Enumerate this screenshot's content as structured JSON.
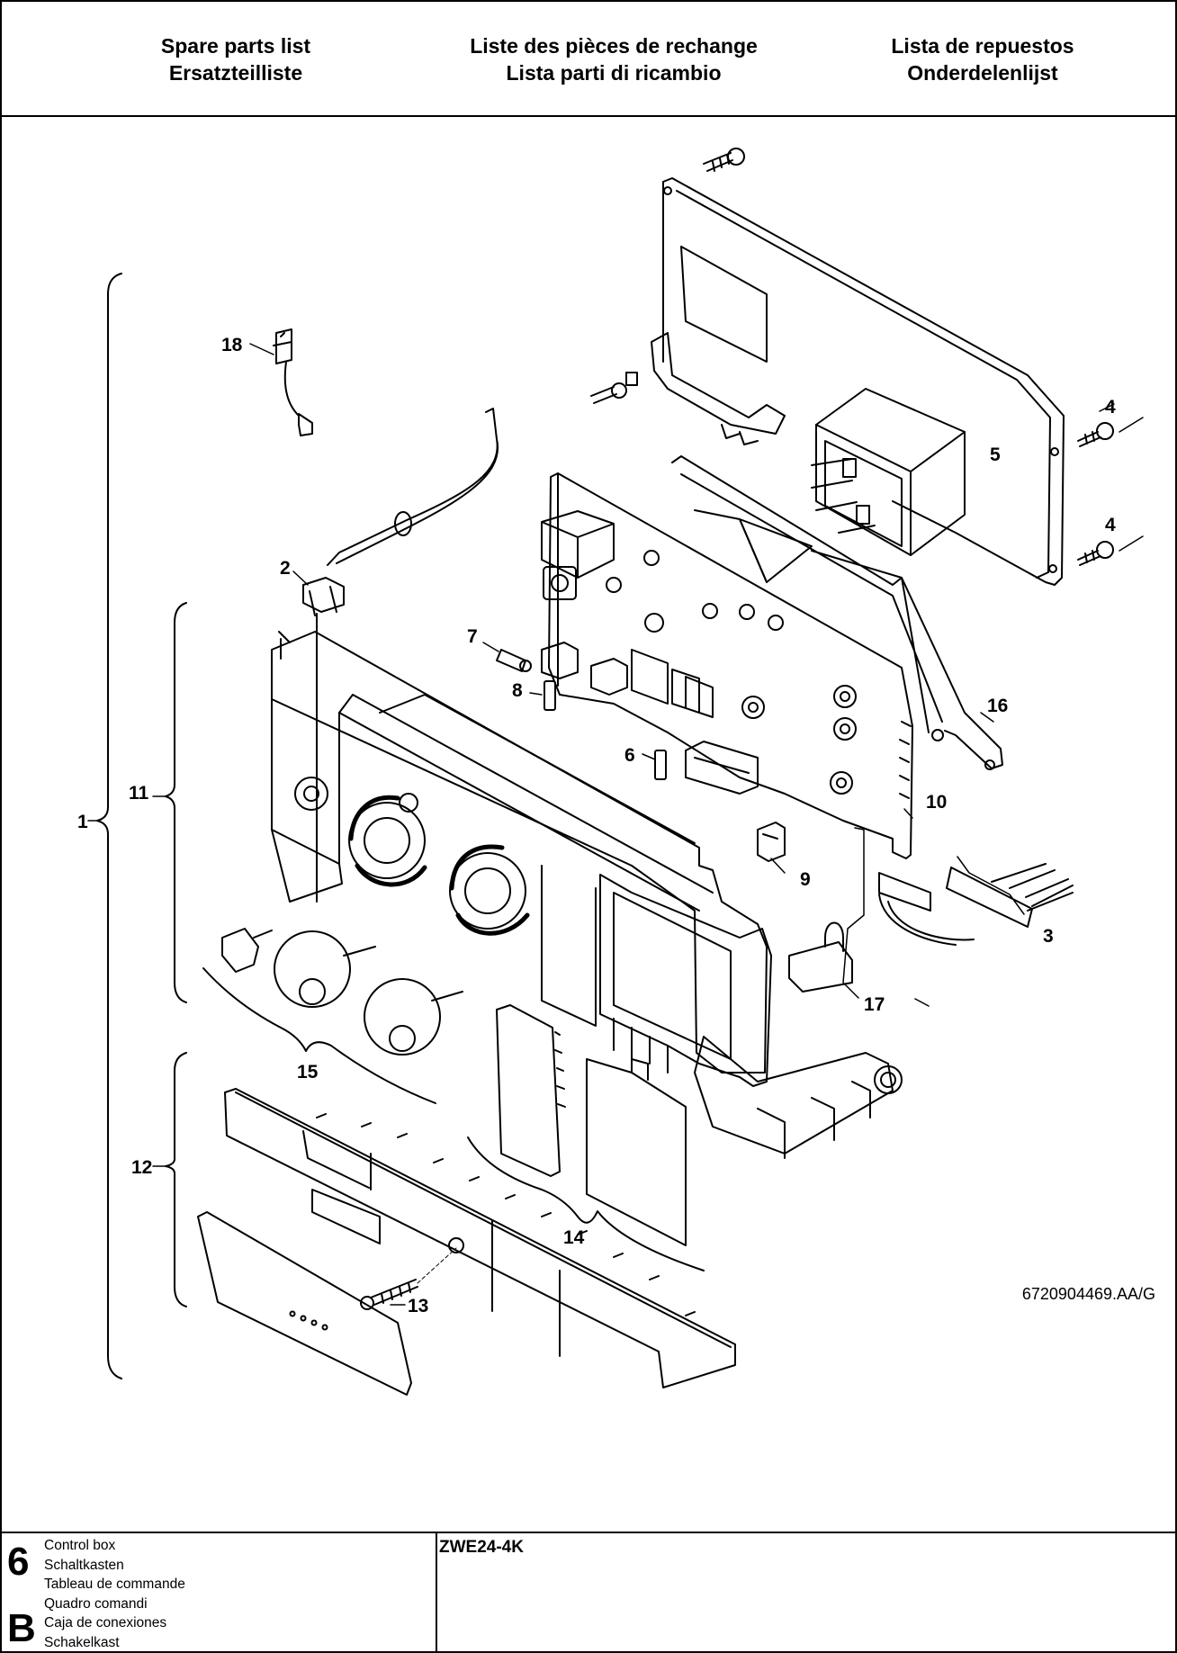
{
  "header": {
    "col1": [
      "Spare parts list",
      "Ersatzteilliste"
    ],
    "col2": [
      "Liste des pièces de rechange",
      "Lista parti di ricambio"
    ],
    "col3": [
      "Lista de repuestos",
      "Onderdelenlijst"
    ]
  },
  "diagram": {
    "callouts": [
      "1",
      "2",
      "3",
      "4",
      "4",
      "5",
      "6",
      "7",
      "8",
      "9",
      "10",
      "11",
      "12",
      "13",
      "14",
      "15",
      "16",
      "17",
      "18"
    ],
    "doc_number": "6720904469.AA/G"
  },
  "footer": {
    "section_number": "6",
    "section_letter": "B",
    "title_lines": [
      "Control box",
      "Schaltkasten",
      "Tableau de commande",
      "Quadro comandi",
      "Caja de conexiones",
      "Schakelkast"
    ],
    "model": "ZWE24-4K"
  }
}
